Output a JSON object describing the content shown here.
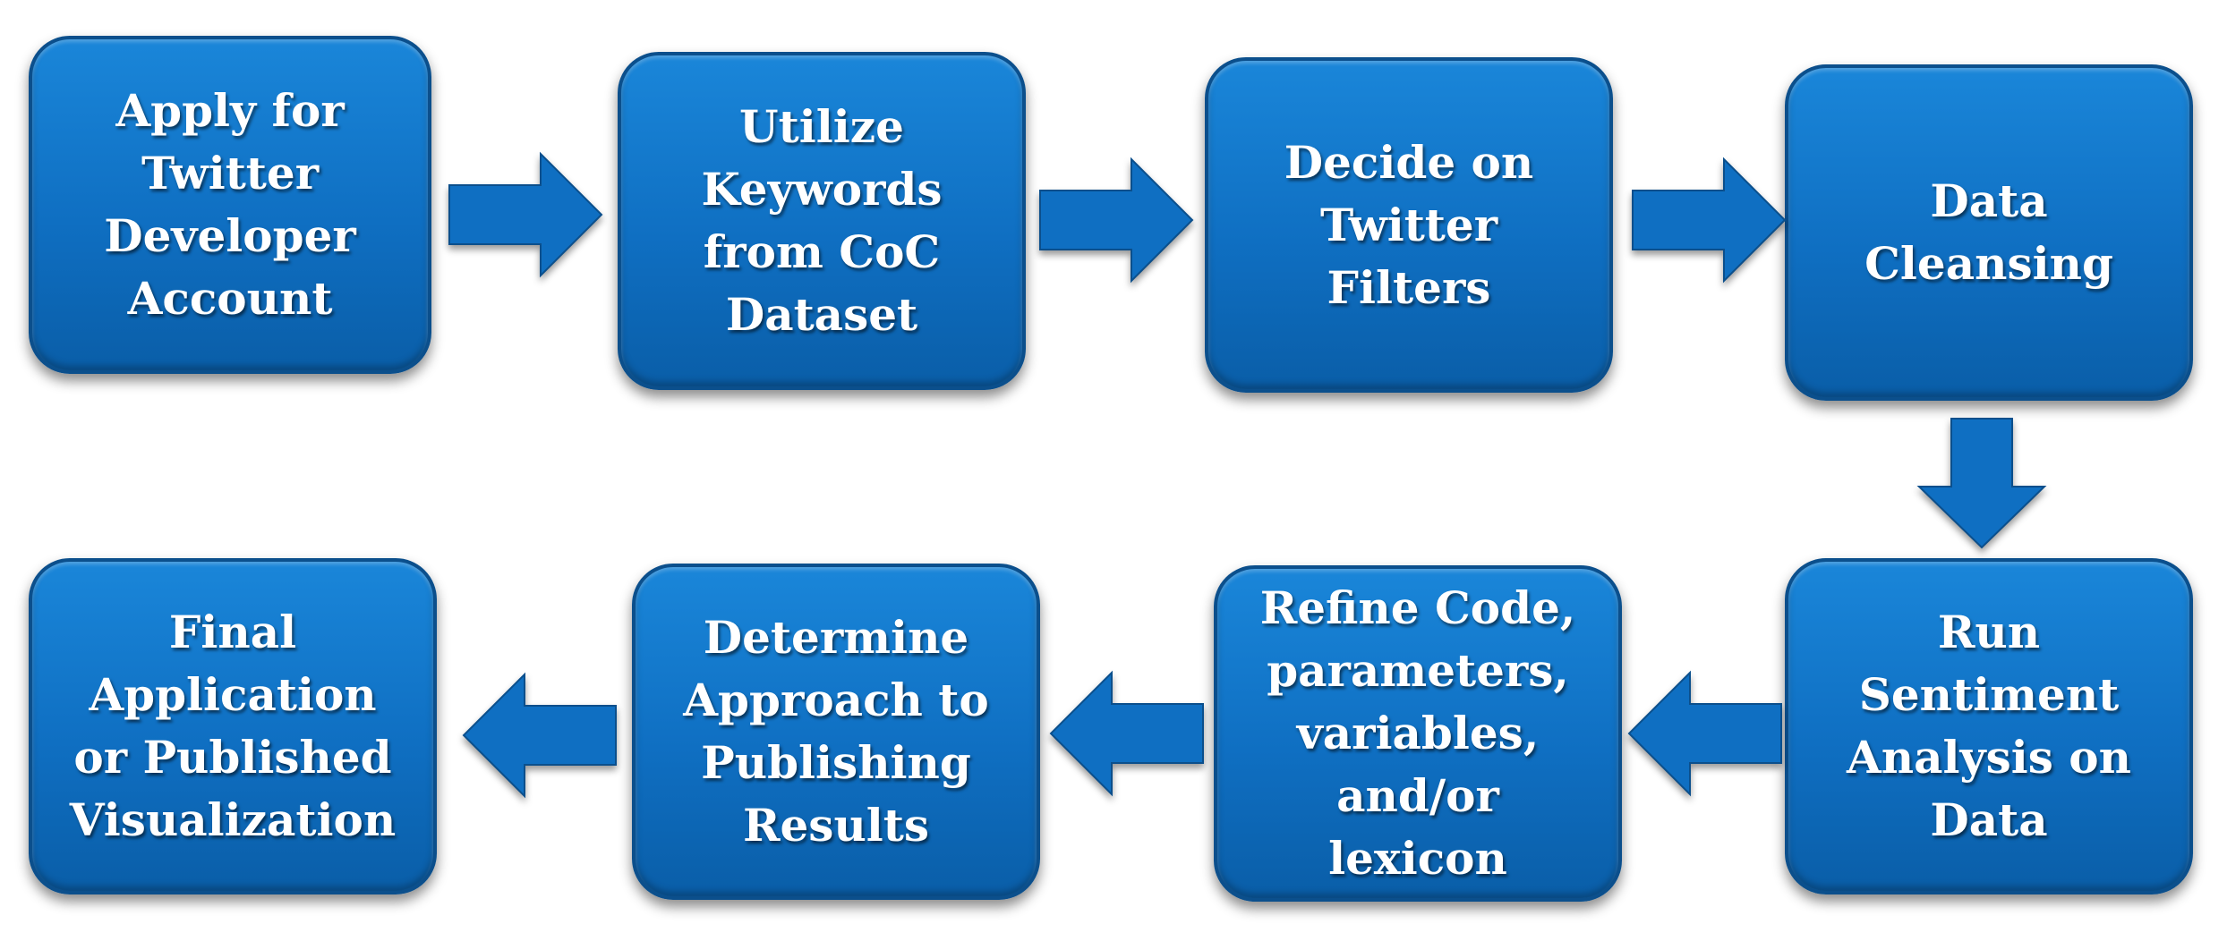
{
  "steps": [
    "Apply for\nTwitter\nDeveloper\nAccount",
    "Utilize\nKeywords\nfrom CoC\nDataset",
    "Decide on\nTwitter\nFilters",
    "Data\nCleansing",
    "Run\nSentiment\nAnalysis on\nData",
    "Refine Code,\nparameters,\nvariables,\nand/or\nlexicon",
    "Determine\nApproach to\nPublishing\nResults",
    "Final\nApplication\nor Published\nVisualization"
  ]
}
